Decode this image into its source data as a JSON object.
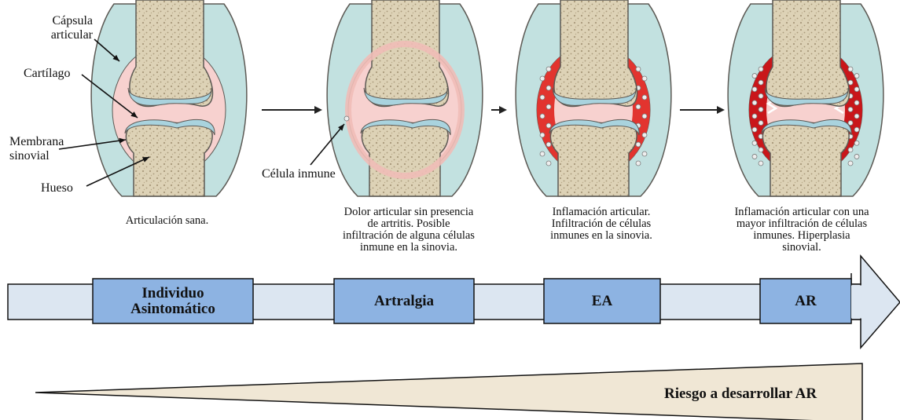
{
  "labels": {
    "capsula": [
      "Cápsula",
      "articular"
    ],
    "cartilago": "Cartílago",
    "membrana": [
      "Membrana",
      "sinovial"
    ],
    "hueso": "Hueso",
    "celula": "Célula inmune"
  },
  "captions": [
    [
      "Articulación sana."
    ],
    [
      "Dolor articular sin presencia",
      "de artritis. Posible",
      "infiltración de alguna células",
      "inmune en la sinovia."
    ],
    [
      "Inflamación articular.",
      "Infiltración de células",
      "inmunes en la sinovia."
    ],
    [
      "Inflamación articular con una",
      "mayor infiltración de células",
      "inmunes. Hiperplasia",
      "sinovial."
    ]
  ],
  "stages": [
    "Individuo Asintomático",
    "Artralgia",
    "EA",
    "AR"
  ],
  "risk_label": "Riesgo a desarrollar AR",
  "colors": {
    "bone": "#ddd2b6",
    "bone_dots": "#b9ab8a",
    "bone_outline": "#5d5a55",
    "cartilage": "#a9d3de",
    "capsule": "#c2e1e0",
    "synovium_healthy": "#f7d1cf",
    "synovium_mild": "#f0bcb7",
    "inflamed": "#e2342f",
    "inflamed_dark": "#c9161a",
    "bar_light": "#dce6f1",
    "bar_dark": "#8db3e2",
    "arrow_fill": "#dce6f1"
  }
}
